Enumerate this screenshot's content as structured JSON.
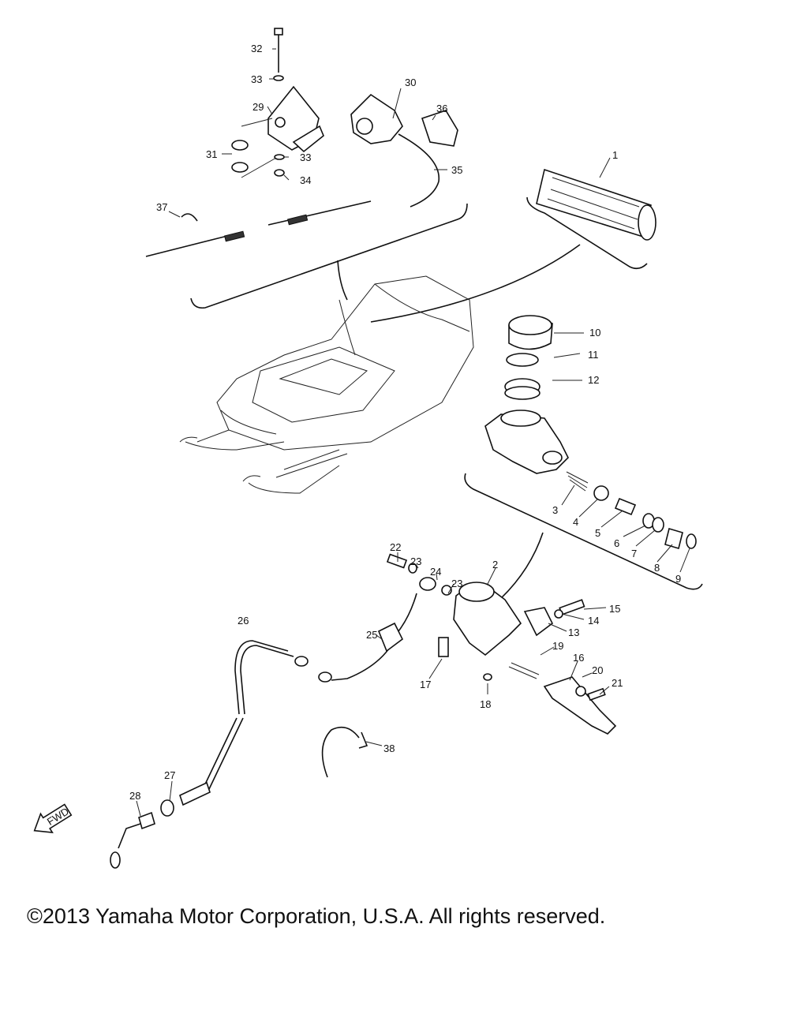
{
  "diagram": {
    "labels": [
      "1",
      "2",
      "3",
      "4",
      "5",
      "6",
      "7",
      "8",
      "9",
      "10",
      "11",
      "12",
      "13",
      "14",
      "15",
      "16",
      "17",
      "18",
      "19",
      "20",
      "21",
      "22",
      "23",
      "23",
      "24",
      "25",
      "26",
      "27",
      "28",
      "29",
      "30",
      "31",
      "32",
      "33",
      "33",
      "34",
      "35",
      "36",
      "37",
      "38"
    ],
    "fwd_badge": "FWD"
  },
  "footer": {
    "copyright": "©2013 Yamaha Motor Corporation, U.S.A. All rights reserved."
  }
}
